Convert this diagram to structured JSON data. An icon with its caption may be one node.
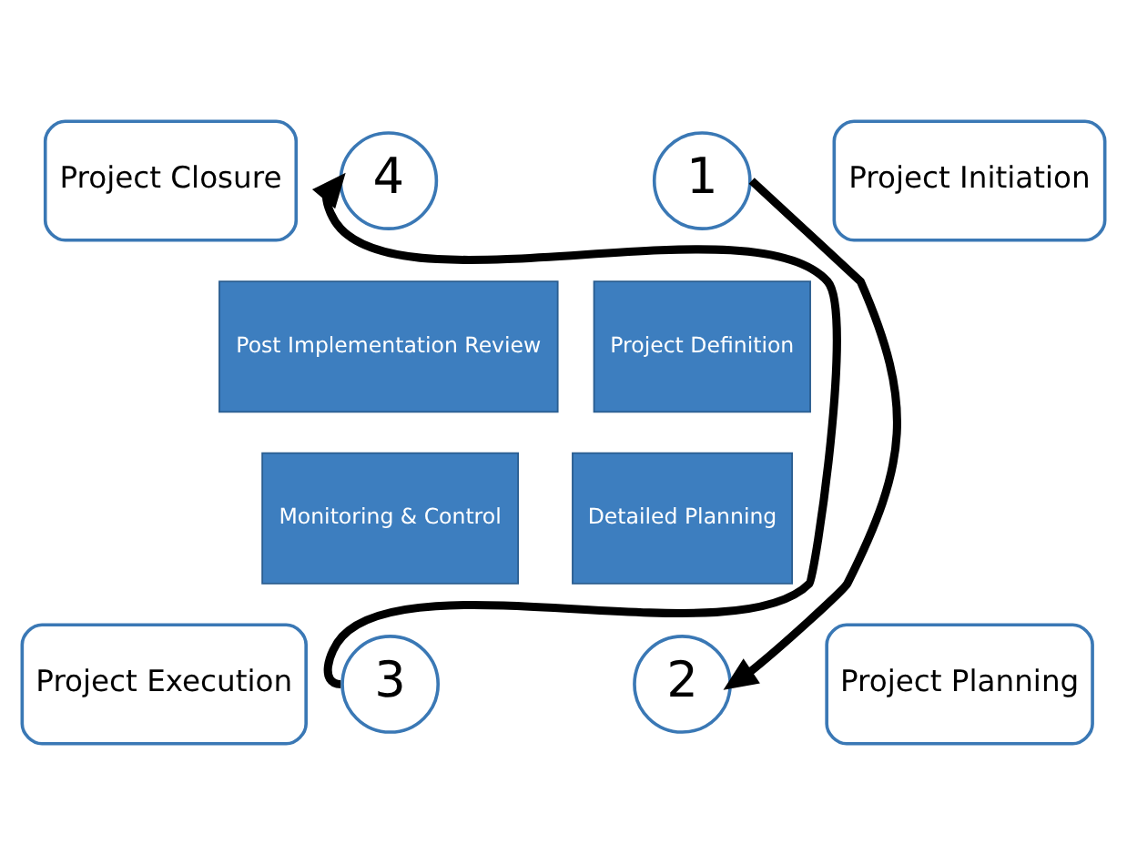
{
  "diagram": {
    "nodes": [
      {
        "text": [
          "Project Closure"
        ]
      },
      {
        "text": [
          "4"
        ]
      },
      {
        "text": [
          "1"
        ]
      },
      {
        "text": [
          "Project Initiation"
        ]
      },
      {
        "text": [
          "Post Implementation Review"
        ]
      },
      {
        "text": [
          "Project Definition"
        ]
      },
      {
        "text": [
          "Monitoring & Control"
        ]
      },
      {
        "text": [
          "Detailed Planning"
        ]
      },
      {
        "text": [
          "Project Execution"
        ]
      },
      {
        "text": [
          "3"
        ]
      },
      {
        "text": [
          "2"
        ]
      },
      {
        "text": [
          "Project Planning"
        ]
      }
    ],
    "edges": [
      {
        "from": 2,
        "to": 10,
        "arrow": "to"
      },
      {
        "from": 9,
        "to": 1,
        "arrow": "to"
      }
    ]
  }
}
